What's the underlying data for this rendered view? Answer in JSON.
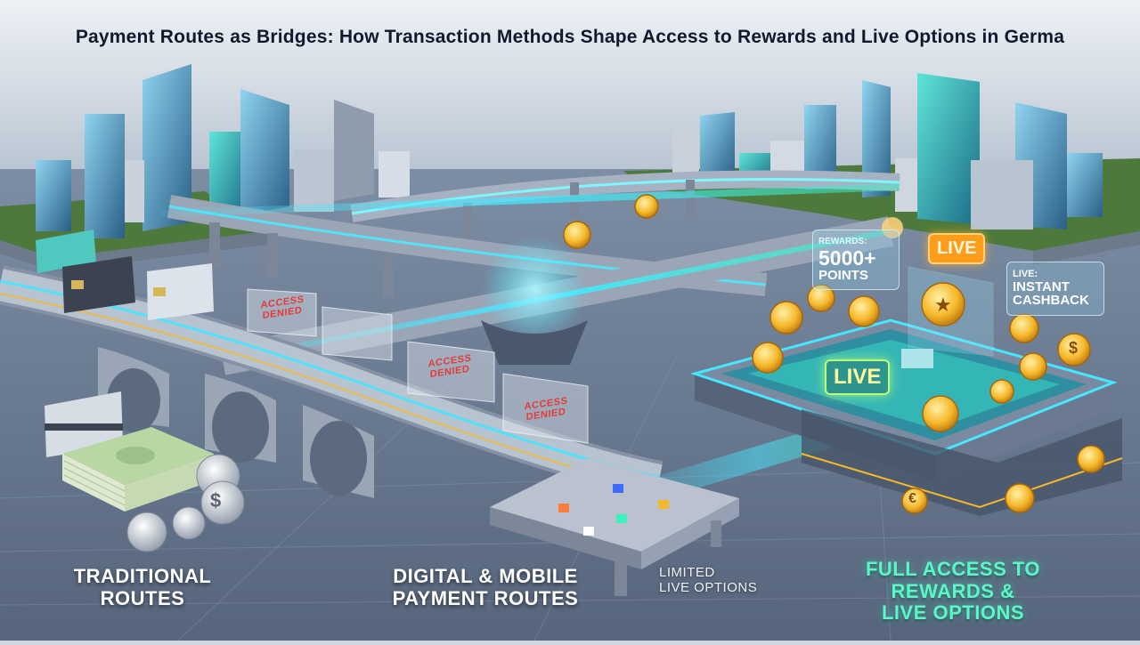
{
  "title": "Payment Routes as Bridges: How Transaction Methods Shape Access to Rewards and Live Options in Germa",
  "captions": {
    "traditional": [
      "TRADITIONAL",
      "ROUTES"
    ],
    "digital": [
      "DIGITAL & MOBILE",
      "PAYMENT ROUTES"
    ],
    "limited": [
      "LIMITED",
      "LIVE OPTIONS"
    ],
    "full": [
      "FULL ACCESS TO",
      "REWARDS &",
      "LIVE OPTIONS"
    ]
  },
  "access_denied_signs": [
    [
      "ACCESS",
      "DENIED"
    ],
    [
      "ACCESS",
      "DENIED"
    ],
    [
      "ACCESS",
      "DENIED"
    ]
  ],
  "rewards_bubble": {
    "small": "REWARDS:",
    "big": "5000+",
    "unit": "POINTS"
  },
  "cashback_bubble": {
    "small": "LIVE:",
    "line1": "INSTANT",
    "line2": "CASHBACK"
  },
  "live_badges": {
    "top": "LIVE",
    "middle": "LIVE"
  },
  "coin_symbols": {
    "gold": "★",
    "dollar": "$",
    "euro": "€"
  },
  "colors": {
    "glow_cyan": "#46e6ff",
    "glow_teal": "#3ff0c0",
    "gold": "#f5b82a",
    "denied_red": "#e43a3a",
    "full_access_text": "#5ff5c8"
  }
}
